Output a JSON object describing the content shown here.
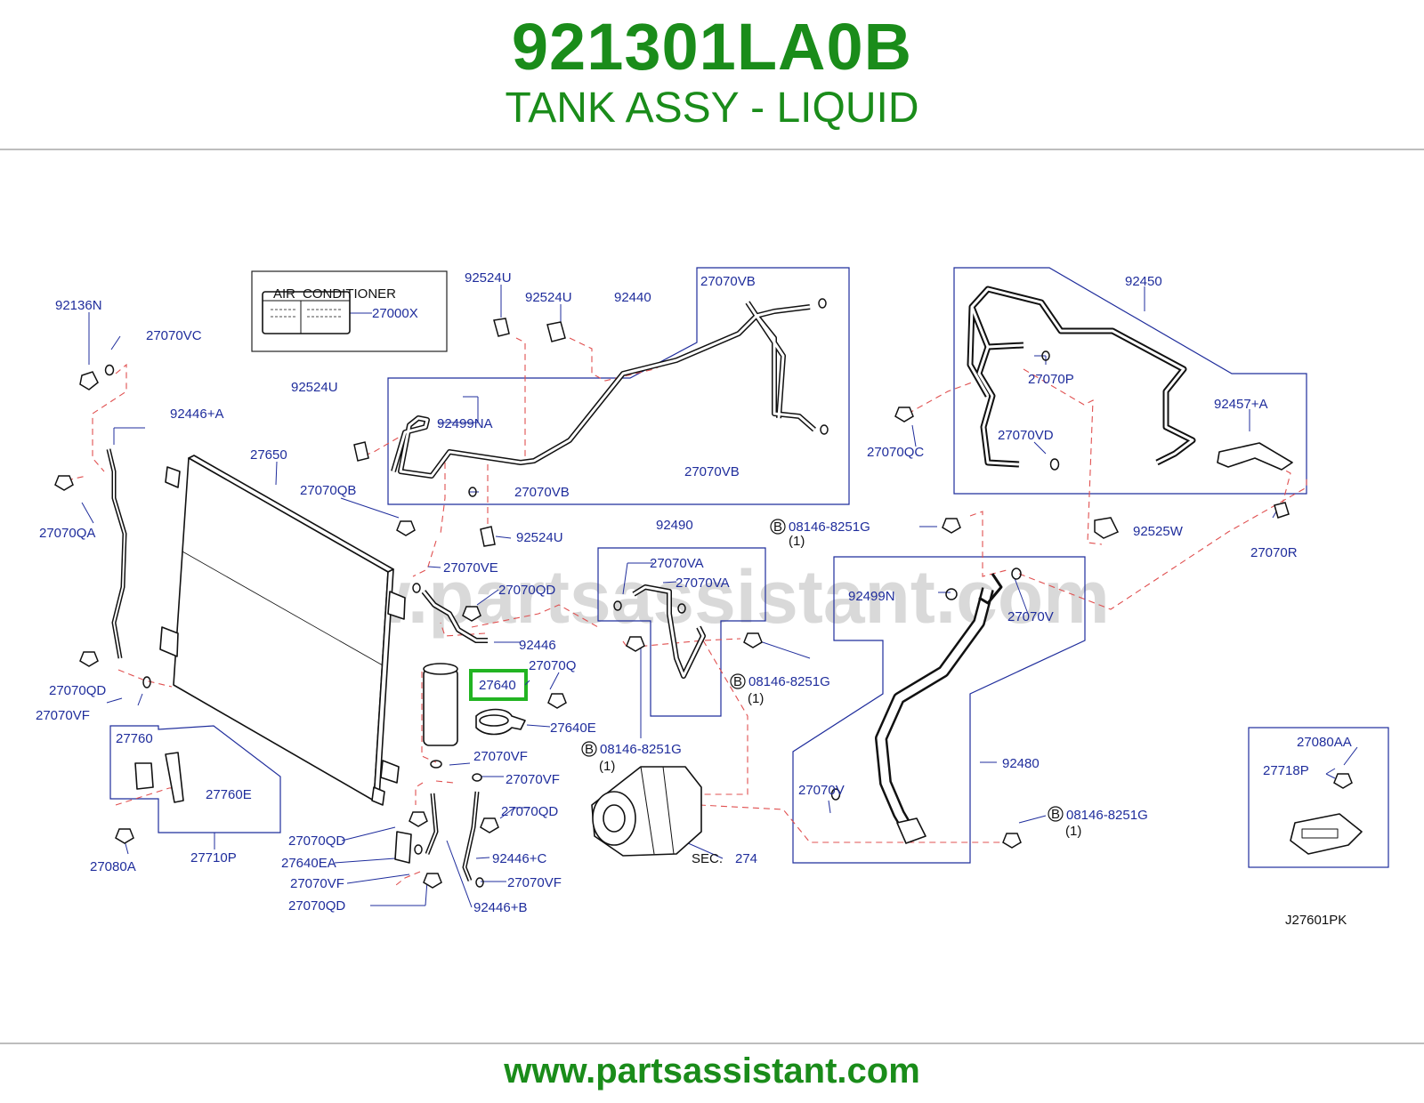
{
  "header": {
    "part_number": "921301LA0B",
    "part_name": "TANK ASSY - LIQUID"
  },
  "watermark": "www.partsassistant.com",
  "footer": {
    "url": "www.partsassistant.com"
  },
  "diagram": {
    "code": "J27601PK",
    "highlight_color": "#22b422",
    "label_color": "#1f2d9c",
    "title_color": "#1a8c1a",
    "sec_label": "SEC.",
    "sec_ref": "274",
    "bolt_symbol": "B",
    "qty": "(1)",
    "legend_header": [
      "AIR",
      "CONDITIONER"
    ],
    "labels": {
      "l_92136N": "92136N",
      "l_27070VC": "27070VC",
      "l_92524U_a": "92524U",
      "l_92524U_b": "92524U",
      "l_92440": "92440",
      "l_27070VB_a": "27070VB",
      "l_27000X": "27000X",
      "l_92450": "92450",
      "l_92524U_c": "92524U",
      "l_92499NA": "92499NA",
      "l_27070P": "27070P",
      "l_92446A": "92446+A",
      "l_27650": "27650",
      "l_27070VB_b": "27070VB",
      "l_92457A": "92457+A",
      "l_27070VD": "27070VD",
      "l_27070QC": "27070QC",
      "l_27070QB": "27070QB",
      "l_27070VB_c": "27070VB",
      "l_27070QA": "27070QA",
      "l_92524U_d": "92524U",
      "l_92490": "92490",
      "l_08146_a": "08146-8251G",
      "l_92525W": "92525W",
      "l_27070R": "27070R",
      "l_27070VE": "27070VE",
      "l_27070VA_a": "27070VA",
      "l_27070VA_b": "27070VA",
      "l_27070QD_a": "27070QD",
      "l_92499N": "92499N",
      "l_27070V_a": "27070V",
      "l_92446": "92446",
      "l_27640": "27640",
      "l_27070Q": "27070Q",
      "l_08146_b": "08146-8251G",
      "l_27070QD_b": "27070QD",
      "l_27070VF_a": "27070VF",
      "l_27640E": "27640E",
      "l_27760": "27760",
      "l_27070VF_b": "27070VF",
      "l_08146_c": "08146-8251G",
      "l_92480": "92480",
      "l_27080AA": "27080AA",
      "l_27070VF_c": "27070VF",
      "l_27718P": "27718P",
      "l_27760E": "27760E",
      "l_27070V_b": "27070V",
      "l_27070QD_c": "27070QD",
      "l_08146_d": "08146-8251G",
      "l_27070QD_d": "27070QD",
      "l_27710P": "27710P",
      "l_27640EA": "27640EA",
      "l_92446C": "92446+C",
      "l_27080A": "27080A",
      "l_27070VF_d": "27070VF",
      "l_27070VF_e": "27070VF",
      "l_27070QD_e": "27070QD",
      "l_92446B": "92446+B"
    }
  }
}
